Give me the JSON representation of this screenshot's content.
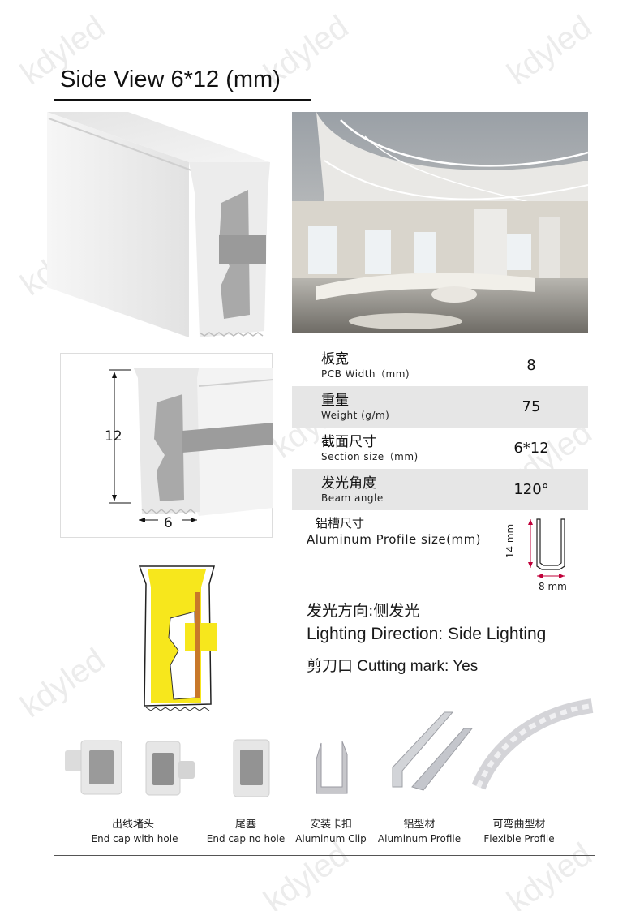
{
  "watermark": "kdyled",
  "header": {
    "title": "Side View  6*12 (mm)"
  },
  "section_diagram": {
    "height_label": "12",
    "width_label": "6"
  },
  "specs": [
    {
      "zh": "板宽",
      "en": "PCB Width（mm)",
      "value": "8"
    },
    {
      "zh": "重量",
      "en": "Weight (g/m)",
      "value": "75"
    },
    {
      "zh": "截面尺寸",
      "en": "Section size（mm)",
      "value": "6*12"
    },
    {
      "zh": "发光角度",
      "en": "Beam angle",
      "value": "120°"
    }
  ],
  "aluminum": {
    "zh": "铝槽尺寸",
    "en": "Aluminum Profile size(mm)",
    "height_label": "14 mm",
    "width_label": "8 mm"
  },
  "lighting": {
    "direction_zh": "发光方向:侧发光",
    "direction_en": "Lighting Direction: Side Lighting",
    "cutting_mark": "剪刀口 Cutting mark: Yes"
  },
  "accessories": [
    {
      "zh": "出线堵头",
      "en": "End cap with hole"
    },
    {
      "zh": "尾塞",
      "en": "End cap no hole"
    },
    {
      "zh": "安装卡扣",
      "en": "Aluminum Clip"
    },
    {
      "zh": "铝型材",
      "en": "Aluminum Profile"
    },
    {
      "zh": "可弯曲型材",
      "en": "Flexible Profile"
    }
  ],
  "colors": {
    "accent_yellow": "#f7e71c",
    "gray_row": "#e6e6e6",
    "dimension_red": "#c0003a"
  }
}
